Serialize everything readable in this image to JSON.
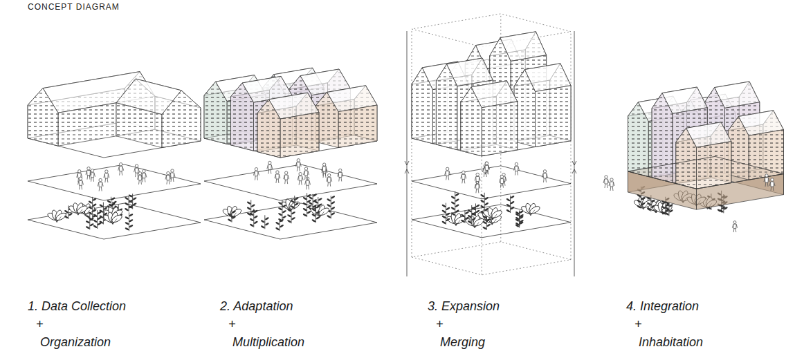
{
  "diagram": {
    "title": "CONCEPT DIAGRAM",
    "labels": [
      "1. Data Collection",
      "+",
      "Organization",
      "2. Adaptation",
      "+",
      "Multiplication",
      "3. Expansion",
      "+",
      "Merging",
      "4. Integration",
      "+",
      "Inhabitation"
    ]
  }
}
